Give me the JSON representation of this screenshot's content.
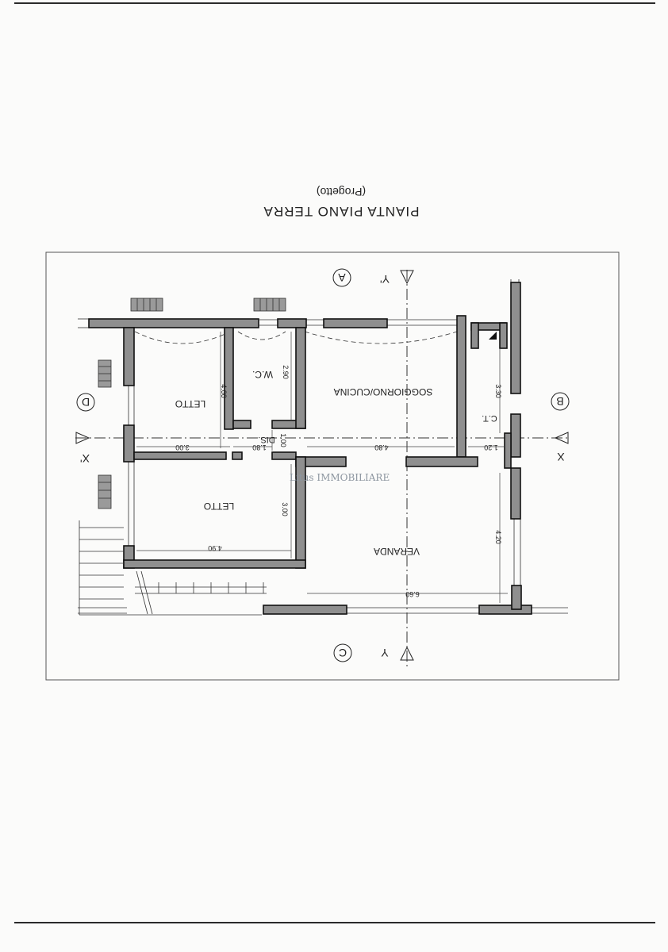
{
  "title": "PIANTA PIANO TERRA",
  "subtitle": "(Progetto)",
  "rooms": {
    "letto_top": "LETTO",
    "letto_bottom": "LETTO",
    "wc": "W.C.",
    "soggiorno": "SOGGIORNO/CUCINA",
    "dis": "DIS.",
    "veranda": "VERANDA",
    "ct": "C.T."
  },
  "axes": {
    "a": "A",
    "b": "B",
    "c": "C",
    "d": "D",
    "x_left": "X'",
    "x_right": "X",
    "y_top": "Y'",
    "y_bottom": "Y"
  },
  "dimensions": {
    "d_400": "4.00",
    "d_290": "2.90",
    "d_330": "3.30",
    "d_300a": "3.00",
    "d_180": "1.80",
    "d_100": "1.00",
    "d_480": "4.80",
    "d_120": "1.20",
    "d_300b": "3.00",
    "d_420": "4.20",
    "d_490": "4.90",
    "d_660": "6.60"
  },
  "watermark": "Litus IMMOBILIARE",
  "colors": {
    "wall": "#8f8f8f",
    "line": "#222222",
    "paper": "#fbfbfa"
  }
}
